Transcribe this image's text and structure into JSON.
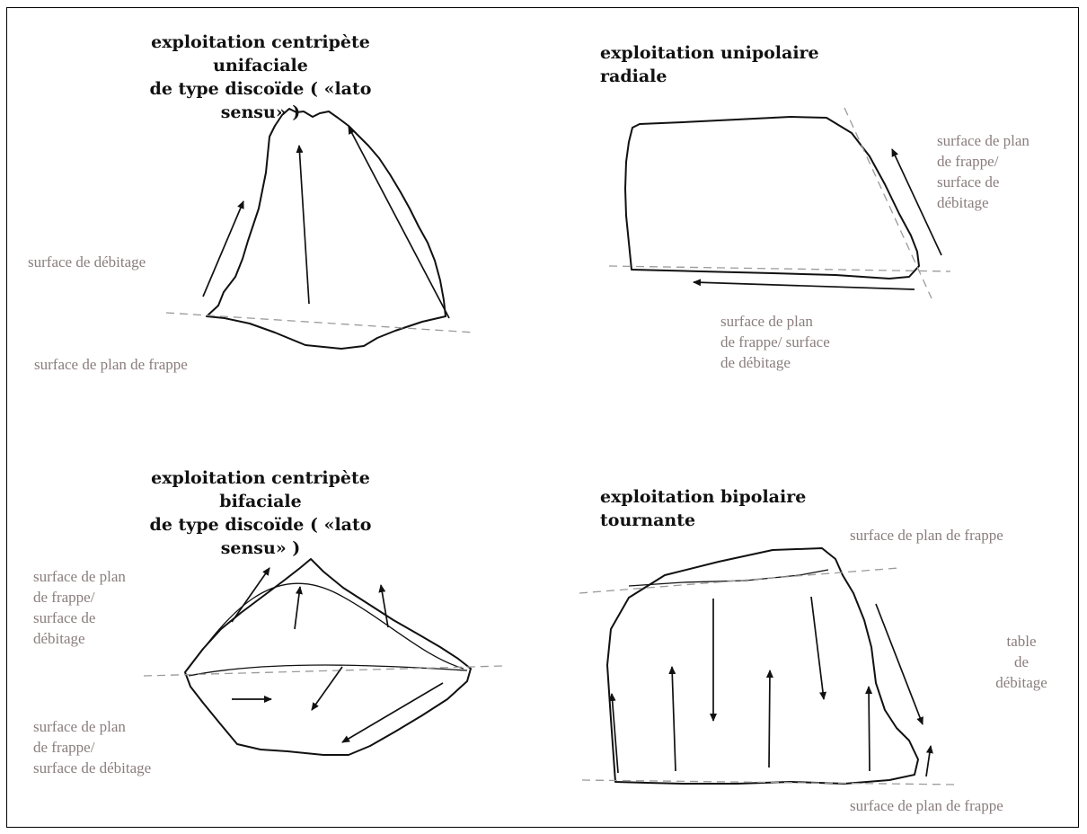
{
  "panels": {
    "top_left": {
      "title": [
        "exploitation centripète unifaciale",
        "de type discoïde ( «lato sensu» )"
      ],
      "label_upper": [
        "surface de débitage"
      ],
      "label_lower": [
        "surface de plan de frappe"
      ]
    },
    "top_right": {
      "title": [
        "exploitation unipolaire radiale"
      ],
      "label_side": [
        "surface de plan",
        "de frappe/",
        "surface de",
        "débitage"
      ],
      "label_bottom": [
        "surface de plan",
        "de frappe/ surface",
        "de débitage"
      ]
    },
    "bottom_left": {
      "title": [
        "exploitation centripète bifaciale",
        "de type discoïde ( «lato sensu» )"
      ],
      "label_upper": [
        "surface de plan",
        "de frappe/",
        "surface de",
        "débitage"
      ],
      "label_lower": [
        "surface de plan",
        "de frappe/",
        "surface de débitage"
      ]
    },
    "bottom_right": {
      "title": [
        "exploitation bipolaire tournante"
      ],
      "label_top": [
        "surface de plan de frappe"
      ],
      "label_side": [
        "table",
        "de",
        "débitage"
      ],
      "label_bottom": [
        "surface de plan de frappe"
      ]
    }
  }
}
